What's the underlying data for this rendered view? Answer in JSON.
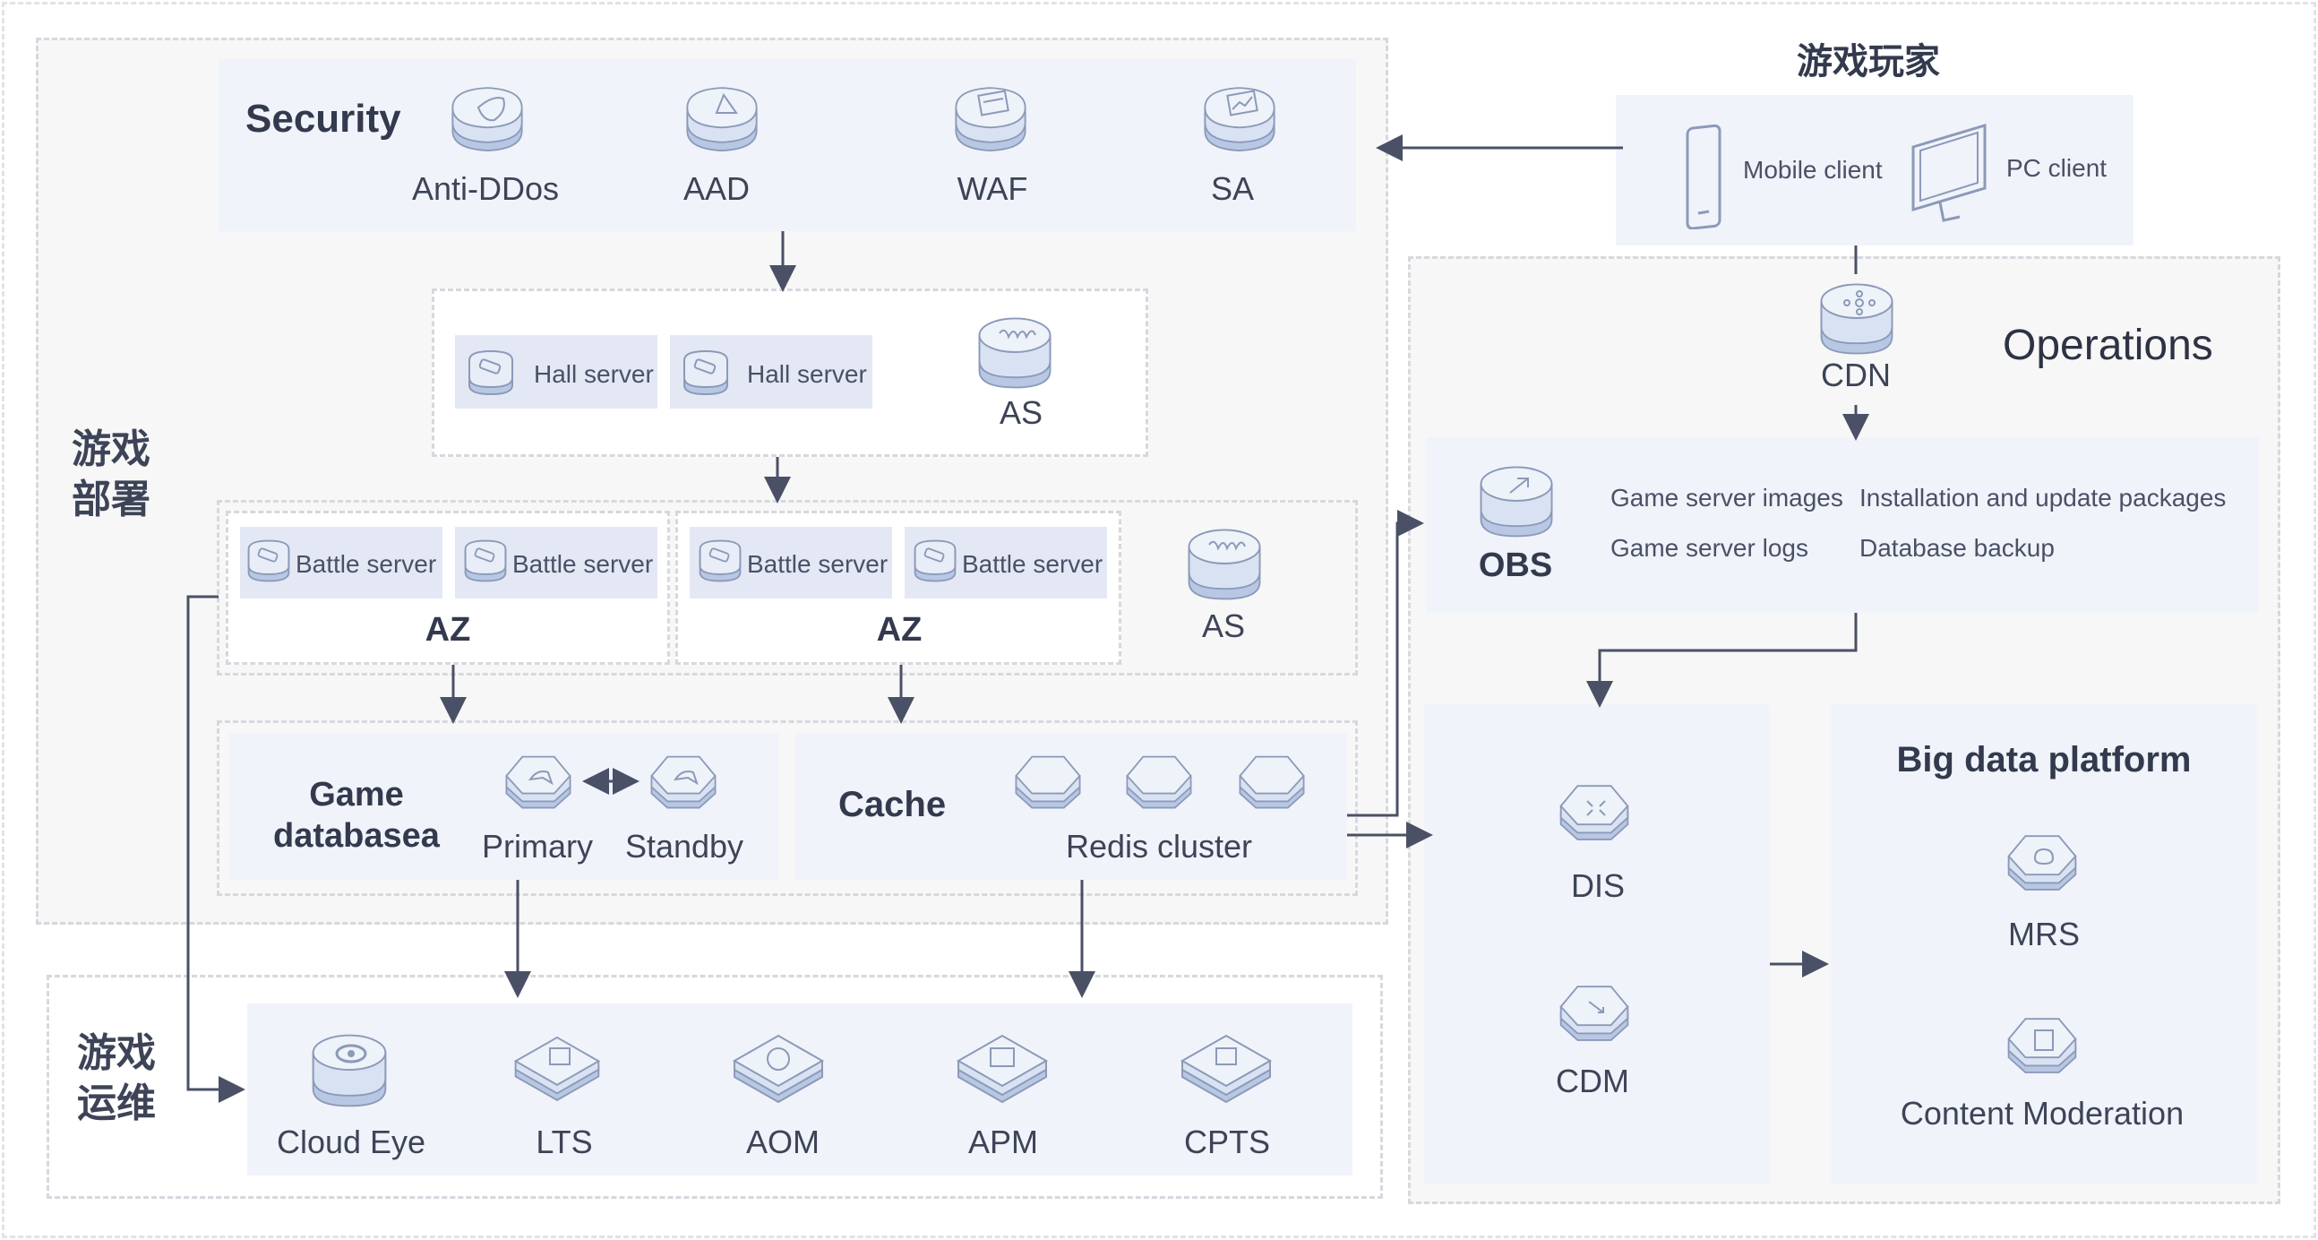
{
  "player": {
    "title": "游戏玩家",
    "mobile": "Mobile client",
    "pc": "PC client"
  },
  "deploy": {
    "label": "游戏\n部署",
    "security": {
      "title": "Security",
      "items": [
        "Anti-DDos",
        "AAD",
        "WAF",
        "SA"
      ]
    },
    "hall": {
      "server1": "Hall server",
      "server2": "Hall server",
      "as": "AS"
    },
    "battle": {
      "servers": [
        "Battle server",
        "Battle server",
        "Battle server",
        "Battle server"
      ],
      "az1": "AZ",
      "az2": "AZ",
      "as": "AS"
    },
    "database": {
      "title": "Game databasea",
      "primary": "Primary",
      "standby": "Standby"
    },
    "cache": {
      "title": "Cache",
      "cluster": "Redis cluster"
    }
  },
  "ops_maint": {
    "label": "游戏\n运维",
    "items": [
      "Cloud Eye",
      "LTS",
      "AOM",
      "APM",
      "CPTS"
    ]
  },
  "operations": {
    "title": "Operations",
    "cdn": "CDN",
    "obs": {
      "title": "OBS",
      "items": [
        "Game server images",
        "Installation and update packages",
        "Game server logs",
        "Database backup"
      ]
    },
    "dis": "DIS",
    "cdm": "CDM",
    "bigdata": {
      "title": "Big data platform",
      "mrs": "MRS",
      "moderation": "Content Moderation"
    }
  },
  "colors": {
    "panel": "#f0f3fa",
    "chip": "#e3e8f4",
    "arrow": "#4a5166",
    "icon_top": "#e8edf7",
    "icon_side": "#b8c8e4"
  }
}
